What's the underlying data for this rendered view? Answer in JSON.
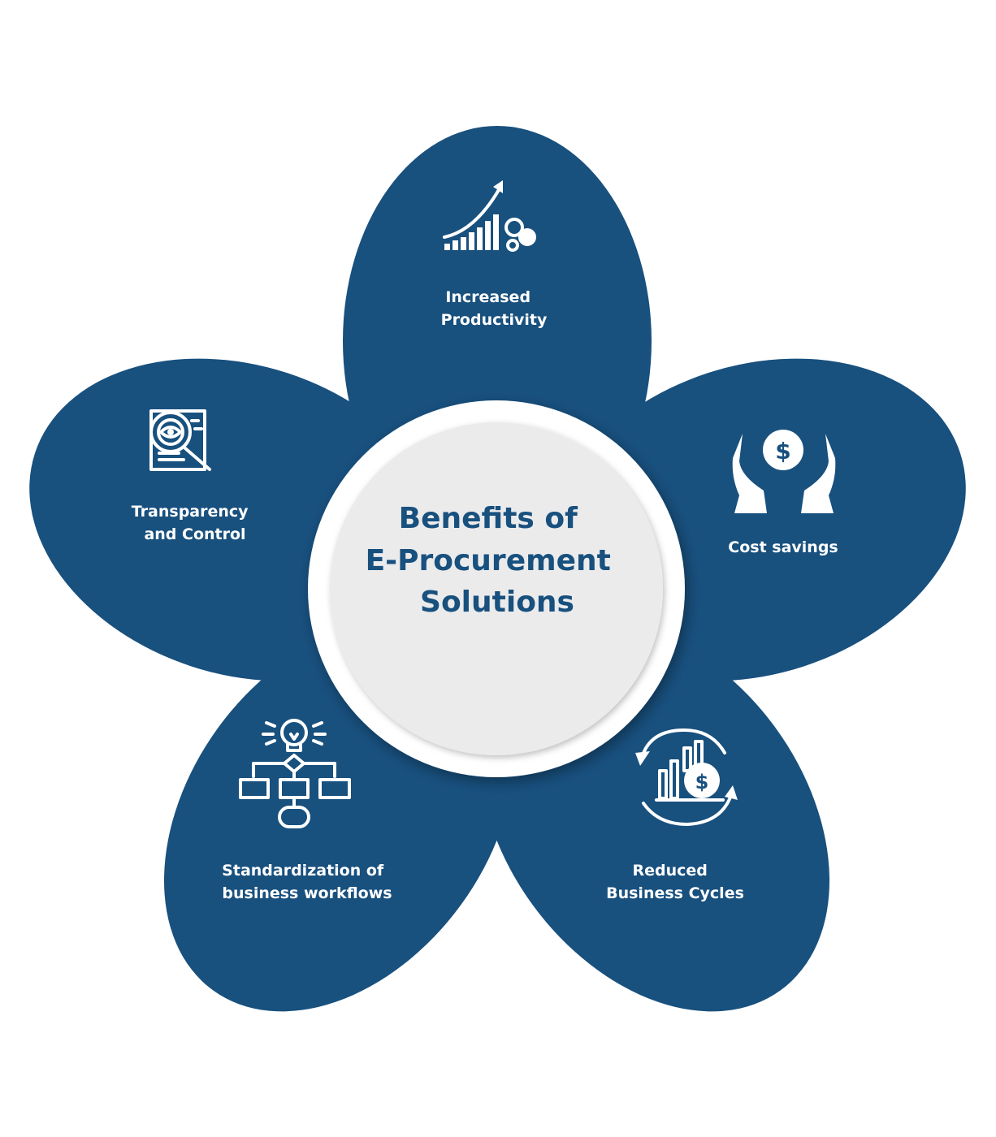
{
  "colors": {
    "petal": "#18507e",
    "center_fill": "#ebebec",
    "center_text": "#18507e",
    "background": "#ffffff"
  },
  "center": {
    "title_lines": [
      "Benefits of",
      "E-Procurement",
      "Solutions"
    ]
  },
  "petals": [
    {
      "id": "productivity",
      "icon": "growth-chart-icon",
      "label_lines": [
        "Increased",
        "Productivity"
      ]
    },
    {
      "id": "cost",
      "icon": "hands-dollar-icon",
      "label_lines": [
        "Cost savings"
      ]
    },
    {
      "id": "cycles",
      "icon": "cycle-chart-dollar-icon",
      "label_lines": [
        "Reduced",
        "Business Cycles"
      ]
    },
    {
      "id": "workflows",
      "icon": "bulb-flowchart-icon",
      "label_lines": [
        "Standardization of",
        "business workflows"
      ]
    },
    {
      "id": "transparency",
      "icon": "document-magnifier-icon",
      "label_lines": [
        "Transparency",
        "and Control"
      ]
    }
  ]
}
